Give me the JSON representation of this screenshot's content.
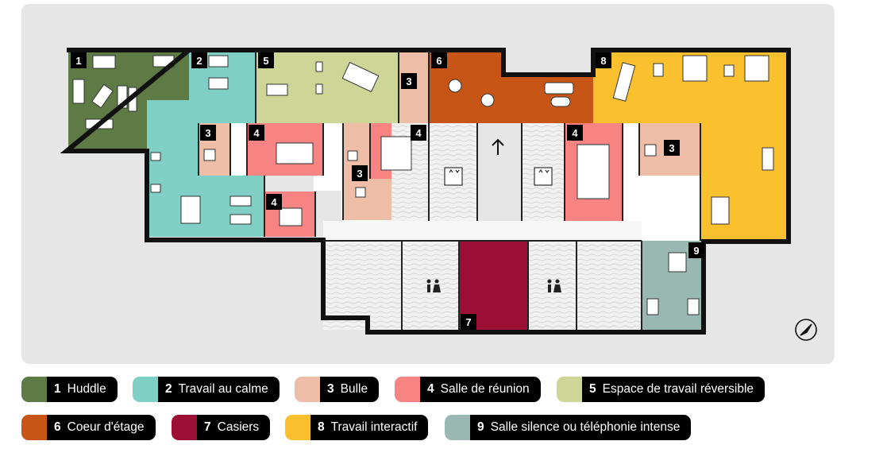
{
  "colors": {
    "huddle": "#5e7a45",
    "travail_calme": "#7fcfc4",
    "bulle": "#eebda8",
    "salle_reunion": "#f78383",
    "espace_reversible": "#cdd597",
    "coeur_etage": "#c75515",
    "casiers": "#9d1036",
    "travail_interactif": "#fbc02d",
    "salle_silence": "#99b8b1",
    "circulation": "#efefef",
    "wall": "#111111",
    "panel": "#e6e6e6"
  },
  "room_tags": [
    "1",
    "2",
    "5",
    "6",
    "8",
    "3",
    "3",
    "4",
    "4",
    "3",
    "3",
    "4",
    "4",
    "9",
    "7"
  ],
  "icons": {
    "north_arrow": "arrow-up-icon",
    "compass": "compass-icon",
    "elevator": "elevator-icon",
    "restroom": "restroom-icon"
  },
  "legend": [
    {
      "num": "1",
      "label": "Huddle",
      "color": "#5e7a45"
    },
    {
      "num": "2",
      "label": "Travail au calme",
      "color": "#7fcfc4"
    },
    {
      "num": "3",
      "label": "Bulle",
      "color": "#eebda8"
    },
    {
      "num": "4",
      "label": "Salle de réunion",
      "color": "#f78383"
    },
    {
      "num": "5",
      "label": "Espace de travail réversible",
      "color": "#cdd597"
    },
    {
      "num": "6",
      "label": "Coeur d'étage",
      "color": "#c75515"
    },
    {
      "num": "7",
      "label": "Casiers",
      "color": "#9d1036"
    },
    {
      "num": "8",
      "label": "Travail interactif",
      "color": "#fbc02d"
    },
    {
      "num": "9",
      "label": "Salle silence ou téléphonie intense",
      "color": "#99b8b1"
    }
  ]
}
